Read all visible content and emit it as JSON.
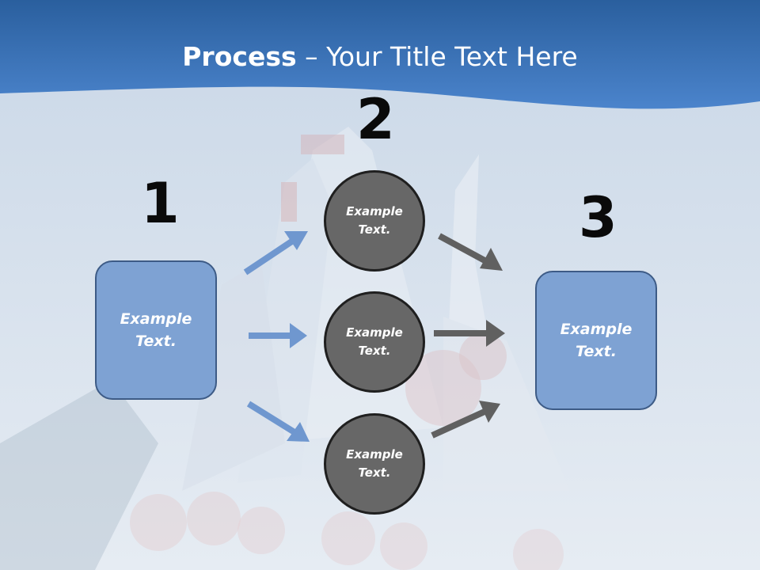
{
  "slide": {
    "title_bold": "Process",
    "title_rest": " – Your Title Text Here",
    "steps": {
      "one": "1",
      "two": "2",
      "three": "3"
    },
    "left_box": {
      "label": "Example Text."
    },
    "right_box": {
      "label": "Example Text."
    },
    "circles": [
      {
        "label": "Example Text."
      },
      {
        "label": "Example Text."
      },
      {
        "label": "Example Text."
      }
    ],
    "colors": {
      "header_blue": "#3b72b8",
      "box_fill": "#7ea2d3",
      "box_border": "#3d5b86",
      "circle_fill": "#676767",
      "circle_border": "#1f1f1f",
      "arrow_blue": "#6f97cf",
      "arrow_gray": "#606060"
    }
  }
}
